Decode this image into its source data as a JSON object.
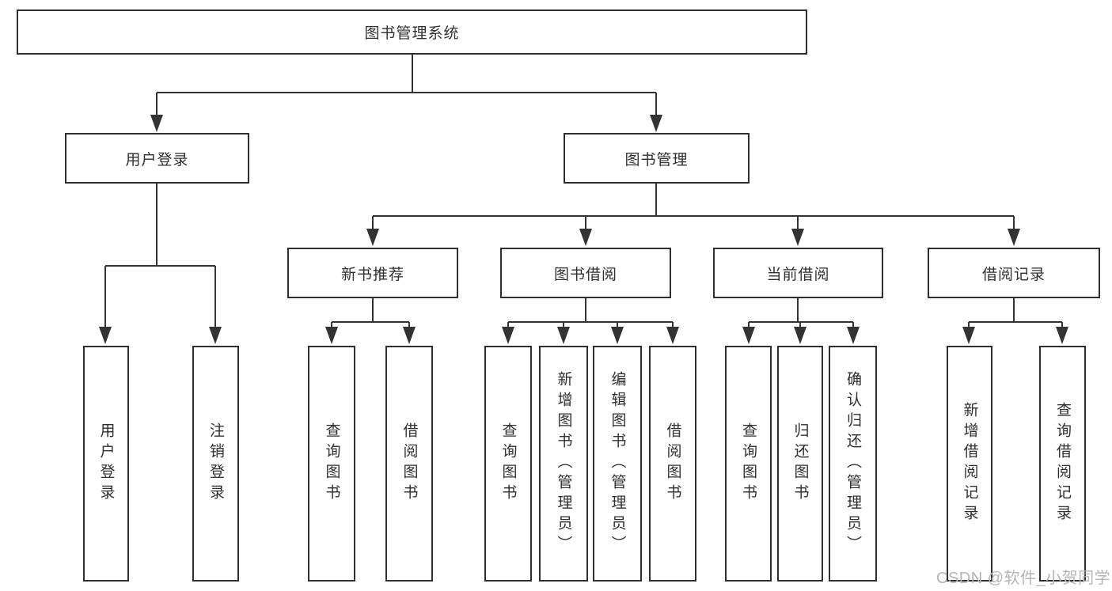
{
  "diagram": {
    "root": {
      "label": "图书管理系统"
    },
    "level2": [
      {
        "label": "用户登录"
      },
      {
        "label": "图书管理"
      }
    ],
    "level3": [
      {
        "label": "新书推荐"
      },
      {
        "label": "图书借阅"
      },
      {
        "label": "当前借阅"
      },
      {
        "label": "借阅记录"
      }
    ],
    "leaves": {
      "user_login": [
        "用户登录",
        "注销登录"
      ],
      "new_book_recommend": [
        "查询图书",
        "借阅图书"
      ],
      "book_borrow": [
        "查询图书",
        "新增图书（管理员）",
        "编辑图书（管理员）",
        "借阅图书"
      ],
      "current_borrow": [
        "查询图书",
        "归还图书",
        "确认归还（管理员）"
      ],
      "borrow_record": [
        "新增借阅记录",
        "查询借阅记录"
      ]
    }
  },
  "watermark": {
    "text": "CSDN @软件_小贺同学"
  },
  "colors": {
    "line": "#333333",
    "box_border": "#2f2f2f",
    "text": "#2f2f2f",
    "background": "#ffffff",
    "watermark": "#b5b5b5"
  }
}
